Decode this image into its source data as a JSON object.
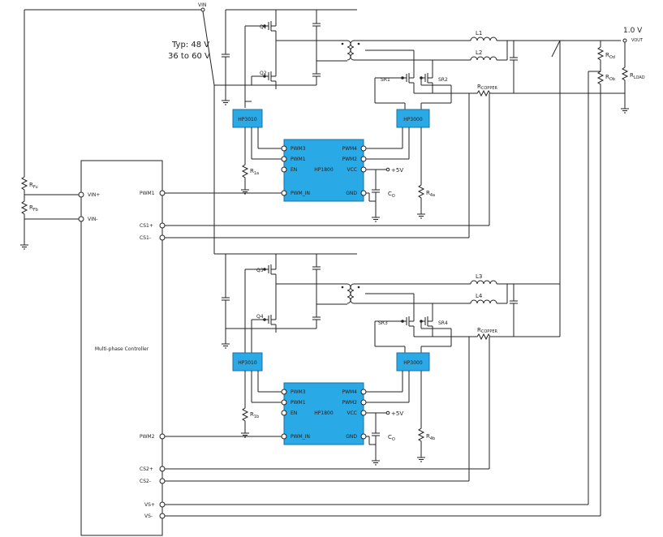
{
  "source": {
    "vin": "VIN",
    "typ": "Typ: 48 V",
    "range": "36 to 60 V"
  },
  "output": {
    "voltage": "1.0 V",
    "vout": "VOUT",
    "rload": "R",
    "rload_sub": "LOAD",
    "rod": "R",
    "rod_sub": "Od",
    "rob": "R",
    "rob_sub": "Ob"
  },
  "input_divider": {
    "rfu": "R",
    "rfu_sub": "Fu",
    "rfb": "R",
    "rfb_sub": "Fb"
  },
  "controller": {
    "name": "Multi-phase Controller",
    "pins": {
      "vin_p": "VIN+",
      "vin_n": "VIN-",
      "pwm1": "PWM1",
      "cs1_p": "CS1+",
      "cs1_n": "CS1-",
      "pwm2": "PWM2",
      "cs2_p": "CS2+",
      "cs2_n": "CS2-",
      "vs_p": "VS+",
      "vs_n": "VS-"
    }
  },
  "phase1": {
    "q_high": "Q1",
    "q_low": "Q2",
    "l_top": "L1",
    "l_bot": "L2",
    "sr_left": "SR1",
    "sr_right": "SR2",
    "rcopper": "R",
    "rcopper_sub": "COPPER",
    "driver_left": "HP3010",
    "driver_right": "HP3000",
    "ra": "R",
    "ra_sub": "1a",
    "rb": "R",
    "rb_sub": "4a",
    "co": "C",
    "co_sub": "O",
    "plus5v": "+5V"
  },
  "phase2": {
    "q_high": "Q3",
    "q_low": "Q4",
    "l_top": "L3",
    "l_bot": "L4",
    "sr_left": "SR3",
    "sr_right": "SR4",
    "rcopper": "R",
    "rcopper_sub": "COPPER",
    "driver_left": "HP3010",
    "driver_right": "HP3000",
    "ra": "R",
    "ra_sub": "1b",
    "rb": "R",
    "rb_sub": "4b",
    "co": "C",
    "co_sub": "O",
    "plus5v": "+5V"
  },
  "hp1800": {
    "name": "HP1800",
    "pwm3": "PWM3",
    "pwm1": "PWM1",
    "en": "EN",
    "pwm_in": "PWM_IN",
    "pwm4": "PWM4",
    "pwm2": "PWM2",
    "vcc": "VCC",
    "gnd": "GND"
  },
  "colors": {
    "chip": "#29a9e6",
    "wire": "#222222"
  }
}
